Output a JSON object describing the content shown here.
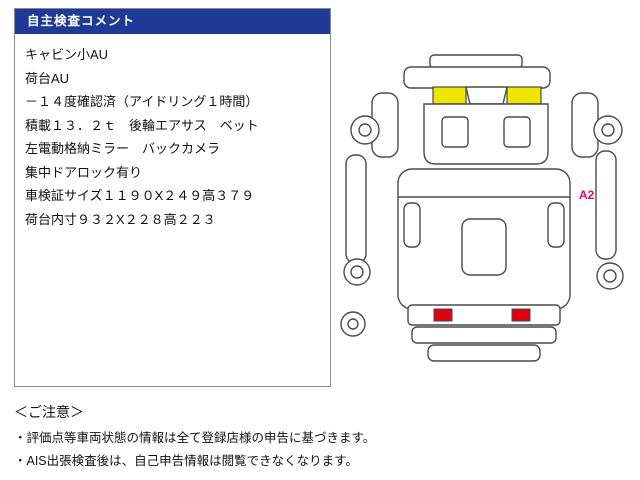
{
  "panel": {
    "header": "自主検査コメント",
    "comments": [
      "キャビン小AU",
      "荷台AU",
      "－１４度確認済（アイドリング１時間）",
      "積載１３．２ｔ　後輪エアサス　ベット",
      "左電動格納ミラー　バックカメラ",
      "集中ドアロック有り",
      "車検証サイズ１１９０X２４９高３７９",
      "荷台内寸９３２X２２８高２２３"
    ]
  },
  "diagram": {
    "label": "A2"
  },
  "notes": {
    "title": "＜ご注意＞",
    "items": [
      "・評価点等車両状態の情報は全て登録店様の申告に基づきます。",
      "・AIS出張検査後は、自己申告情報は閲覧できなくなります。"
    ]
  },
  "colors": {
    "header_bg": "#1e3a96",
    "header_text": "#ffffff",
    "highlight_yellow": "#efe600",
    "highlight_red": "#dd0011",
    "label_magenta": "#e4007f",
    "line": "#4a4a4a"
  }
}
